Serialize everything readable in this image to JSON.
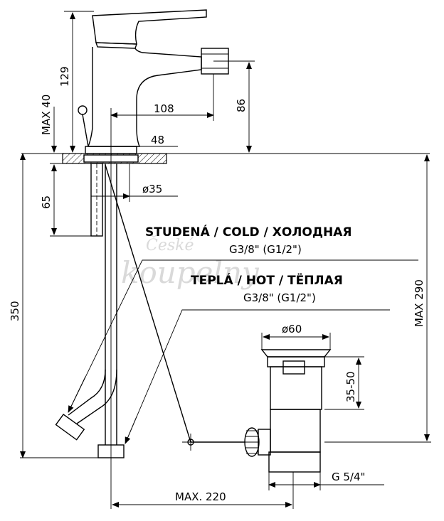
{
  "dimensions": {
    "d129": "129",
    "max40": "MAX 40",
    "d108": "108",
    "d86": "86",
    "d48": "48",
    "d65": "65",
    "d35": "ø35",
    "d350": "350",
    "max290": "MAX 290",
    "d60": "ø60",
    "d3550": "35-50",
    "max220": "MAX. 220",
    "g54": "G 5/4\""
  },
  "connections": {
    "cold_title": "STUDENÁ / COLD / ХОЛОДНАЯ",
    "cold_thread": "G3/8\" (G1/2\")",
    "hot_title": "TEPLÁ / HOT / TЁПЛАЯ",
    "hot_thread": "G3/8\" (G1/2\")"
  },
  "watermark": {
    "line1": "České",
    "line2": "koupelny"
  }
}
